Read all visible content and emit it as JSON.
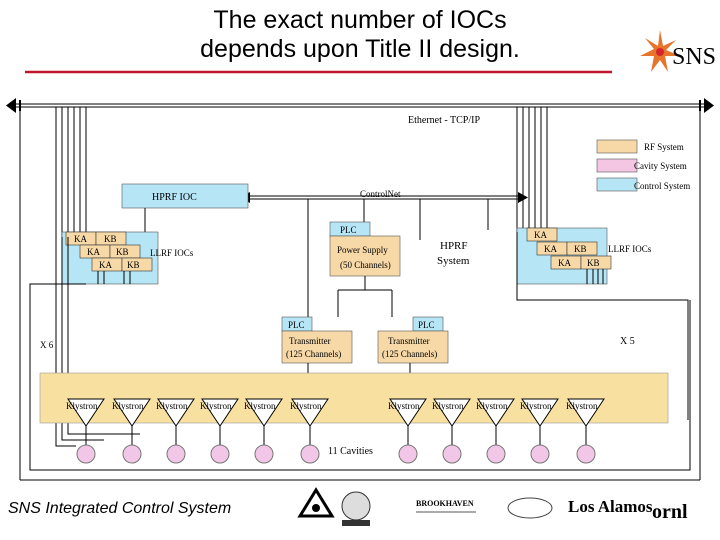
{
  "title": {
    "line1": "The exact number of IOCs",
    "line2": "depends upon Title II design."
  },
  "logo_text": "SNS",
  "network": {
    "ethernet_label": "Ethernet - TCP/IP",
    "controlnet_label": "ControlNet"
  },
  "legend": [
    {
      "label": "RF System",
      "color": "#f7d9a8"
    },
    {
      "label": "Cavity System",
      "color": "#f4c6e4"
    },
    {
      "label": "Control System",
      "color": "#b6e6f5"
    }
  ],
  "colors": {
    "rf": "#f7d9a8",
    "cavity": "#f4c6e4",
    "control": "#b6e6f5",
    "rf_bus": "#f7e0a0",
    "title_rule": "#c0182b",
    "cavity_circle": "#f2c6e6"
  },
  "left_rack": {
    "hprf_ioc": "HPRF IOC",
    "ka": "KA",
    "kb": "KB",
    "llrf": "LLRF IOCs"
  },
  "right_rack": {
    "ka": "KA",
    "kb": "KB",
    "llrf": "LLRF IOCs"
  },
  "hprf_system": {
    "plc": "PLC",
    "power_supply": "Power Supply",
    "channels": "(50 Channels)",
    "label_line1": "HPRF",
    "label_line2": "System"
  },
  "transmitters": {
    "left": {
      "plc": "PLC",
      "name": "Transmitter",
      "channels": "(125 Channels)"
    },
    "right": {
      "plc": "PLC",
      "name": "Transmitter",
      "channels": "(125 Channels)"
    }
  },
  "multipliers": {
    "left": "X 6",
    "right": "X 5"
  },
  "klystron_label": "Klystron",
  "cavities_label": "11 Cavities",
  "footer": {
    "title": "SNS Integrated Control System",
    "partners": {
      "brookhaven": "BROOKHAVEN",
      "los_alamos": "Los Alamos",
      "ornl": "ornl"
    }
  }
}
